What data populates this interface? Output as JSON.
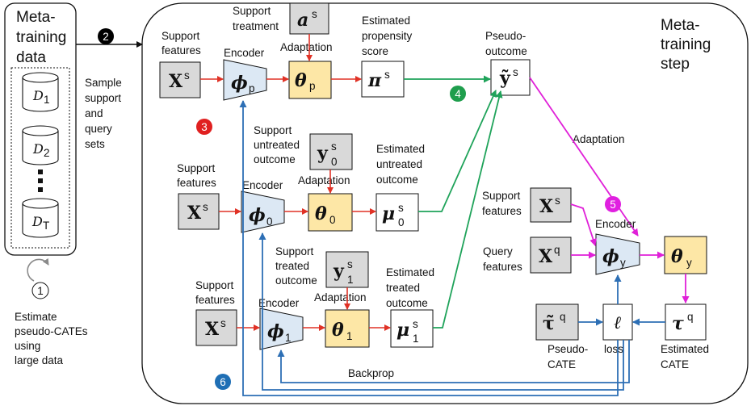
{
  "meta_data_box": {
    "title_line1": "Meta-",
    "title_line2": "training",
    "title_line3": "data",
    "datasets": [
      {
        "name": "D",
        "sub": "1"
      },
      {
        "name": "D",
        "sub": "2"
      },
      {
        "name": "D",
        "sub": "T"
      }
    ],
    "ellipsis": "⋮"
  },
  "meta_step": {
    "line1": "Meta-",
    "line2": "training",
    "line3": "step"
  },
  "steps": {
    "s1": "1",
    "s2": "2",
    "s3": "3",
    "s4": "4",
    "s5": "5",
    "s6": "6"
  },
  "step1_caption": [
    "Estimate",
    "pseudo-CATEs",
    "using",
    "large data"
  ],
  "sample_caption": [
    "Sample",
    "support",
    "and",
    "query",
    "sets"
  ],
  "labels": {
    "support_features": [
      "Support",
      "features"
    ],
    "encoder": "Encoder",
    "adaptation": "Adaptation",
    "support_treatment": [
      "Support",
      "treatment"
    ],
    "estimated_propensity": [
      "Estimated",
      "propensity",
      "score"
    ],
    "pseudo_outcome": [
      "Pseudo-",
      "outcome"
    ],
    "support_untreated": [
      "Support",
      "untreated",
      "outcome"
    ],
    "estimated_untreated": [
      "Estimated",
      "untreated",
      "outcome"
    ],
    "support_treated": [
      "Support",
      "treated",
      "outcome"
    ],
    "estimated_treated": [
      "Estimated",
      "treated",
      "outcome"
    ],
    "adaptation_long": "Adaptation",
    "query_features": [
      "Query",
      "features"
    ],
    "pseudo_cate": [
      "Pseudo-",
      "CATE"
    ],
    "loss": "loss",
    "estimated_cate": [
      "Estimated",
      "CATE"
    ],
    "backprop": "Backprop"
  },
  "symbols": {
    "X": "X",
    "s": "s",
    "q": "q",
    "phi": "ϕ",
    "theta": "θ",
    "pi": "π",
    "a": "a",
    "mu": "μ",
    "y": "y",
    "tau": "τ",
    "ytilde": "ỹ",
    "tautilde": "τ̃",
    "ell": "ℓ",
    "p": "p",
    "zero": "0",
    "one": "1"
  },
  "colors": {
    "red": "#e03226",
    "green": "#1fa35a",
    "magenta": "#e020d8",
    "blue": "#2d6fb5",
    "encoder_fill": "#dce8f4",
    "theta_fill": "#fde7a6",
    "input_fill": "#d9d9d9",
    "step1": "#ffffff",
    "step2": "#000000",
    "step3": "#e02020",
    "step4": "#1f9e4d",
    "step5": "#e020e0",
    "step6": "#1f6fb5"
  }
}
